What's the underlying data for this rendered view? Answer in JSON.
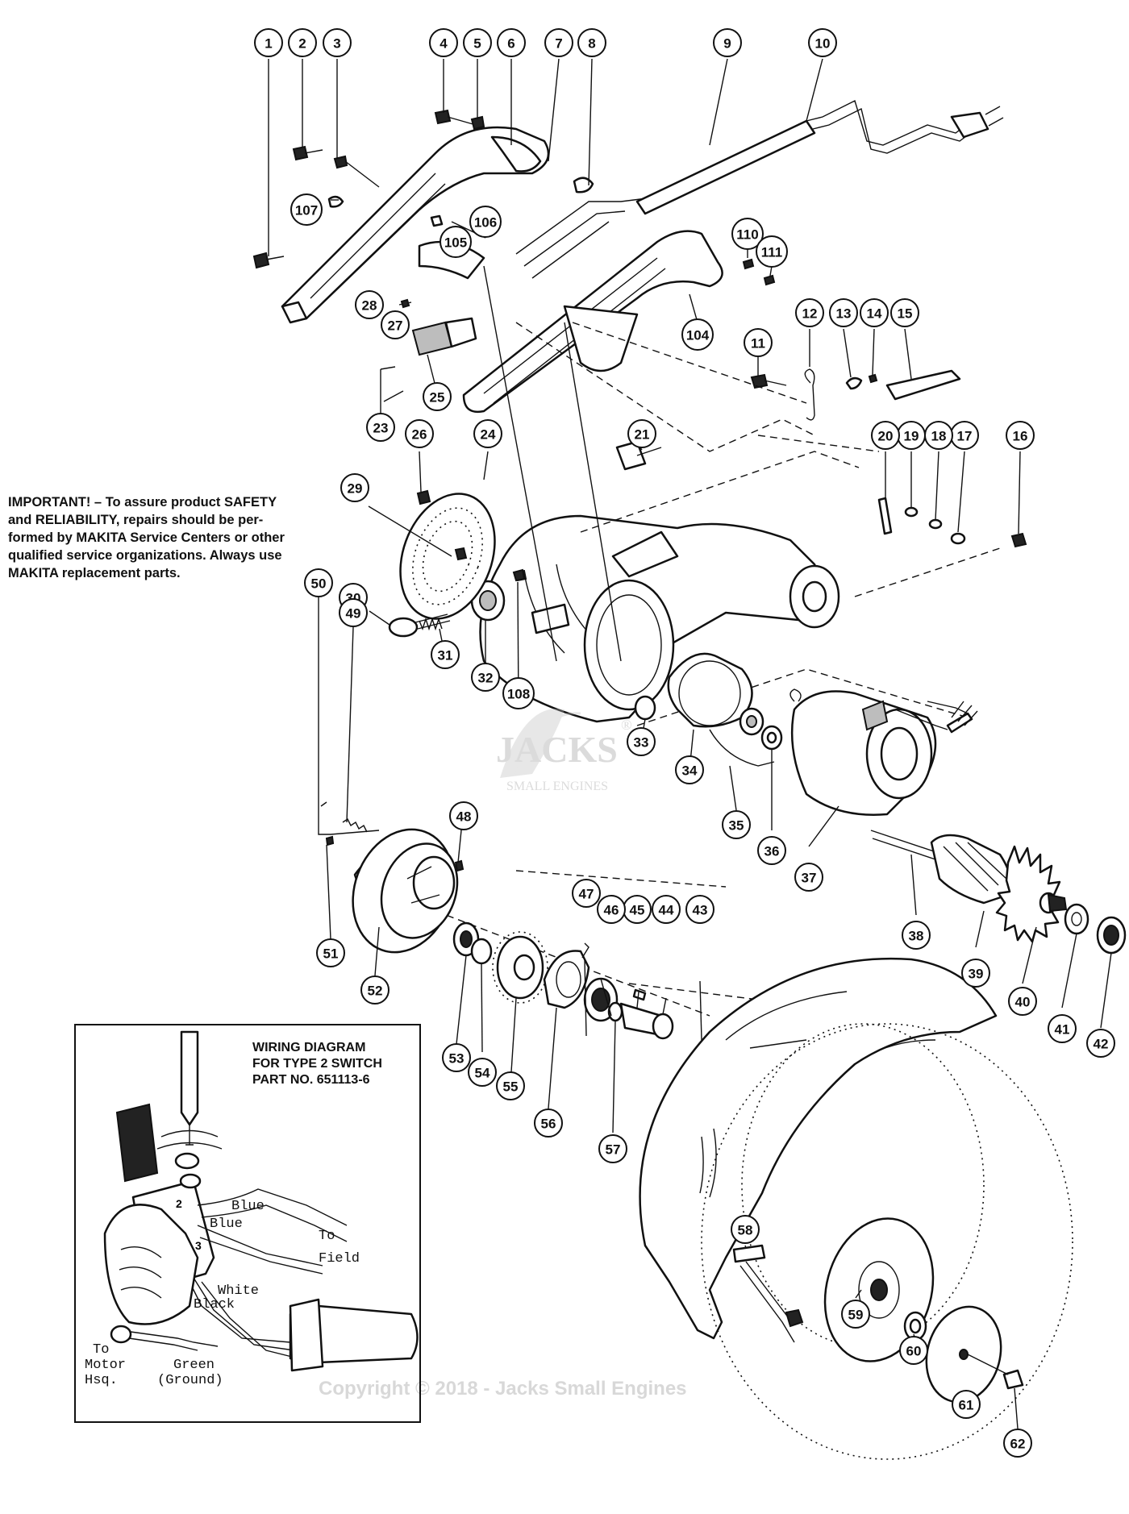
{
  "important_note": "IMPORTANT! – To assure product SAFETY\nand RELIABILITY, repairs should be per-\nformed by MAKITA Service Centers or other\nqualified service organizations. Always use\nMAKITA replacement parts.",
  "wiring_diagram": {
    "title": "WIRING DIAGRAM\nFOR TYPE 2 SWITCH\nPART NO. 651113-6",
    "terminals": [
      "2",
      "3"
    ],
    "labels": {
      "blue_1": "Blue",
      "blue_2": "Blue",
      "to": "To",
      "field": "Field",
      "white": "White",
      "black": "Black",
      "to_motor": "To",
      "motor": "Motor",
      "hsg": "Hsq.",
      "green": "Green",
      "ground": "(Ground)"
    }
  },
  "callouts": [
    "1",
    "2",
    "3",
    "4",
    "5",
    "6",
    "7",
    "8",
    "9",
    "10",
    "11",
    "12",
    "13",
    "14",
    "15",
    "16",
    "17",
    "18",
    "19",
    "20",
    "21",
    "23",
    "24",
    "25",
    "26",
    "27",
    "28",
    "29",
    "30",
    "31",
    "32",
    "33",
    "34",
    "35",
    "36",
    "37",
    "38",
    "39",
    "40",
    "41",
    "42",
    "43",
    "44",
    "45",
    "46",
    "47",
    "48",
    "49",
    "50",
    "51",
    "52",
    "53",
    "54",
    "55",
    "56",
    "57",
    "58",
    "59",
    "60",
    "61",
    "62",
    "104",
    "105",
    "106",
    "107",
    "108",
    "110",
    "111"
  ],
  "watermark": {
    "brand": "JACKS",
    "registered": "®",
    "subtitle": "SMALL ENGINES",
    "copyright": "Copyright © 2018 - Jacks Small Engines"
  }
}
